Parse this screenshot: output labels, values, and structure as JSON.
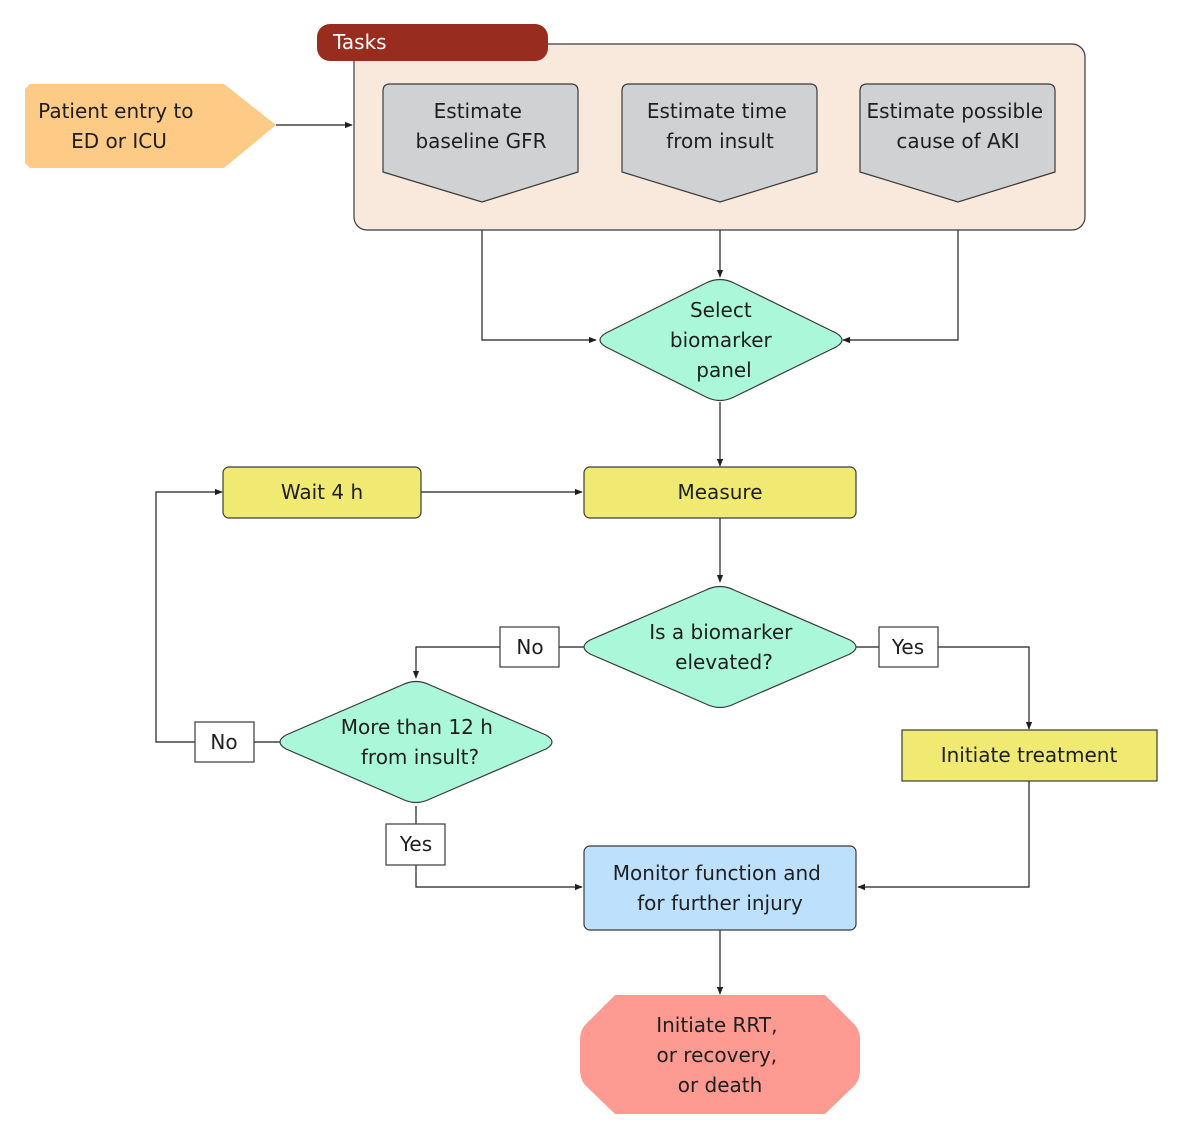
{
  "colors": {
    "entry": "#fdcb86",
    "tasks_panel": "#f8e9dc",
    "tasks_header": "#982c1e",
    "task_box": "#cfd1d3",
    "decision": "#abf7d9",
    "process": "#f0e972",
    "monitor": "#bde0fd",
    "terminal": "#fd9a92",
    "label_box": "#ffffff"
  },
  "nodes": {
    "entry": [
      "Patient entry to",
      "ED or ICU"
    ],
    "tasks_header": "Tasks",
    "task_gfr": [
      "Estimate",
      "baseline GFR"
    ],
    "task_time": [
      "Estimate time",
      "from insult"
    ],
    "task_cause": [
      "Estimate possible",
      "cause of AKI"
    ],
    "select_panel": [
      "Select",
      "biomarker",
      "panel"
    ],
    "wait": "Wait 4 h",
    "measure": "Measure",
    "biomarker_elevated": [
      "Is a biomarker",
      "elevated?"
    ],
    "more_than_12h": [
      "More than 12 h",
      "from insult?"
    ],
    "initiate_treatment": "Initiate treatment",
    "monitor": [
      "Monitor function and",
      "for further injury"
    ],
    "outcome": [
      "Initiate RRT,",
      "or recovery,",
      "or death"
    ]
  },
  "edge_labels": {
    "elevated_no": "No",
    "elevated_yes": "Yes",
    "over12h_no": "No",
    "over12h_yes": "Yes"
  }
}
